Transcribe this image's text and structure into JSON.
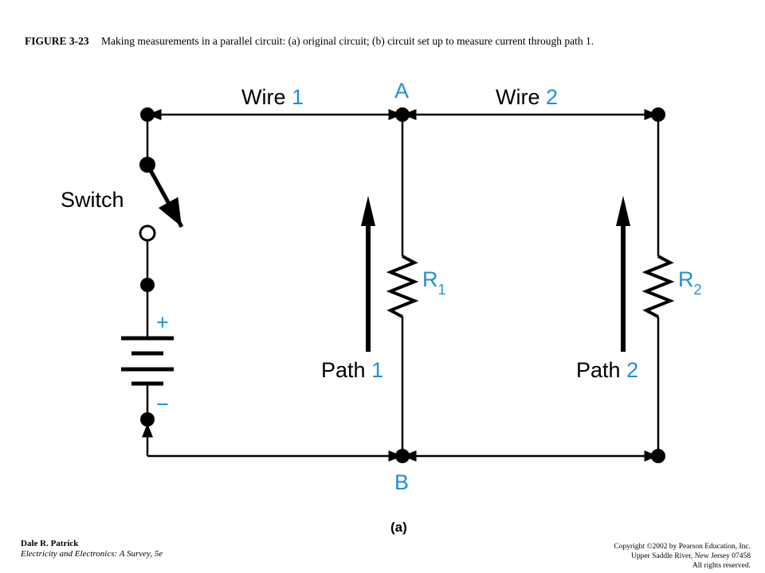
{
  "caption": {
    "figure": "FIGURE 3-23",
    "text": "Making measurements in a parallel circuit: (a) original circuit; (b) circuit set up to measure current through path 1."
  },
  "diagram": {
    "wire1": {
      "word": "Wire",
      "num": "1"
    },
    "wire2": {
      "word": "Wire",
      "num": "2"
    },
    "node_a": "A",
    "node_b": "B",
    "switch_label": "Switch",
    "r1": {
      "letter": "R",
      "sub": "1"
    },
    "r2": {
      "letter": "R",
      "sub": "2"
    },
    "path1": {
      "word": "Path",
      "num": "1"
    },
    "path2": {
      "word": "Path",
      "num": "2"
    },
    "plus": "+",
    "minus": "−",
    "panel": "(a)",
    "accent_color": "#1f8fd6"
  },
  "footer": {
    "author": "Dale R. Patrick",
    "book": "Electricity and Electronics: A Survey, 5e",
    "copyright": "Copyright ©2002 by Pearson Education, Inc.",
    "address": "Upper Saddle River, New Jersey 07458",
    "rights": "All rights reserved."
  }
}
